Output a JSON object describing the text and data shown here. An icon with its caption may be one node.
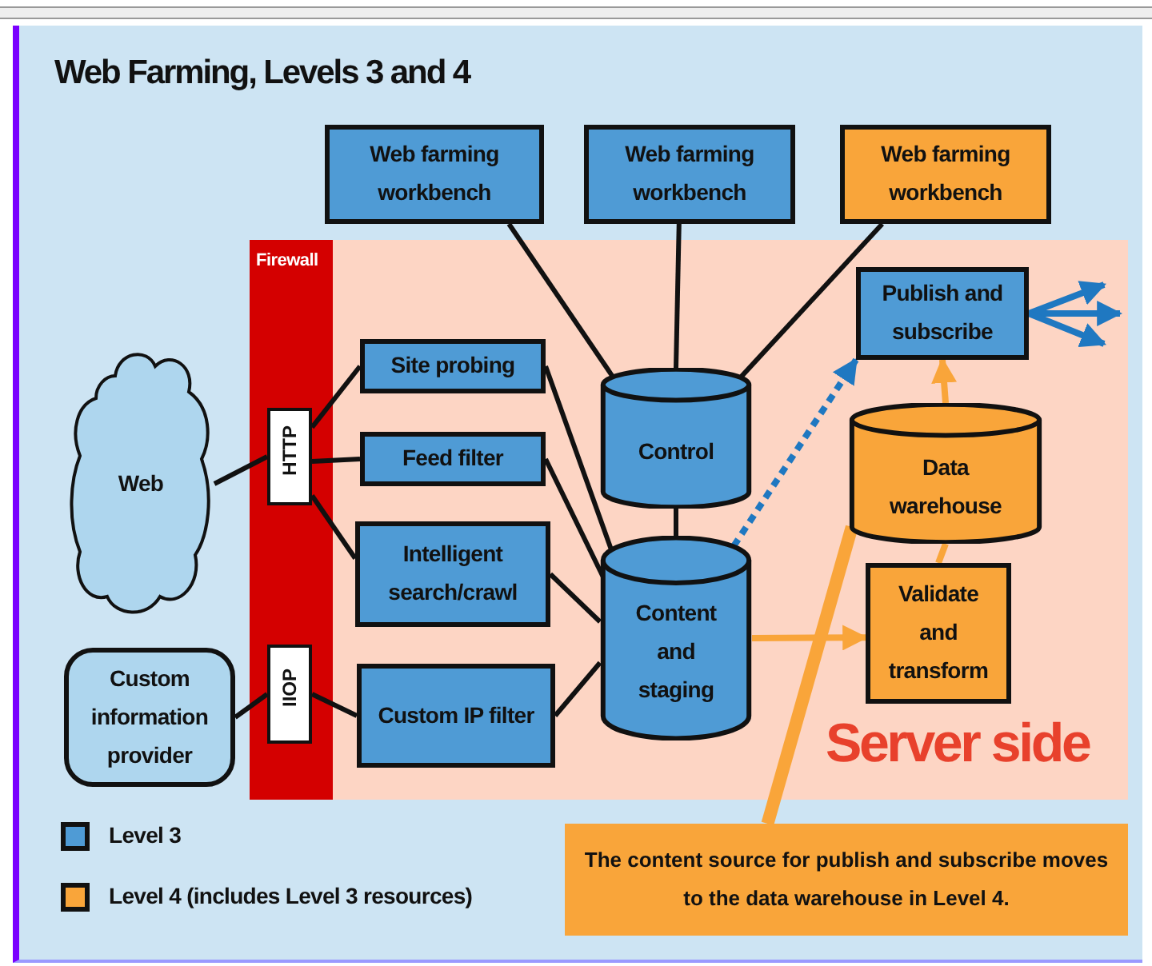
{
  "diagram": {
    "title": "Web Farming, Levels 3 and 4",
    "nodes": [
      {
        "text": [
          "Web farming workbench"
        ]
      },
      {
        "text": [
          "Web farming workbench"
        ]
      },
      {
        "text": [
          "Web farming workbench"
        ]
      },
      {
        "text": [
          "Firewall"
        ]
      },
      {
        "text": [
          "HTTP"
        ],
        "in": 3
      },
      {
        "text": [
          "IIOP"
        ],
        "in": 3
      },
      {
        "text": [
          "Server side"
        ]
      },
      {
        "text": [
          "Web"
        ]
      },
      {
        "text": [
          "Custom information provider"
        ]
      },
      {
        "text": [
          "Site probing"
        ],
        "in": 6
      },
      {
        "text": [
          "Feed filter"
        ],
        "in": 6
      },
      {
        "text": [
          "Intelligent search/crawl"
        ],
        "in": 6
      },
      {
        "text": [
          "Custom IP filter"
        ],
        "in": 6
      },
      {
        "text": [
          "Control"
        ],
        "in": 6
      },
      {
        "text": [
          "Content and staging"
        ],
        "in": 6
      },
      {
        "text": [
          "Publish and subscribe"
        ],
        "in": 6
      },
      {
        "text": [
          "Data warehouse"
        ],
        "in": 6
      },
      {
        "text": [
          "Validate and transform"
        ],
        "in": 6
      },
      {
        "text": [
          "The content source for publish and subscribe moves to the data warehouse in Level 4."
        ]
      }
    ],
    "edges": [
      {
        "from": 0,
        "to": 13,
        "arrow": "none"
      },
      {
        "from": 1,
        "to": 13,
        "arrow": "none"
      },
      {
        "from": 2,
        "to": 13,
        "arrow": "none"
      },
      {
        "from": 13,
        "to": 14,
        "arrow": "none"
      },
      {
        "from": 7,
        "to": 4,
        "arrow": "none"
      },
      {
        "from": 4,
        "to": 9,
        "arrow": "none"
      },
      {
        "from": 4,
        "to": 10,
        "arrow": "none"
      },
      {
        "from": 4,
        "to": 11,
        "arrow": "none"
      },
      {
        "from": 8,
        "to": 5,
        "arrow": "none"
      },
      {
        "from": 5,
        "to": 12,
        "arrow": "none"
      },
      {
        "from": 9,
        "to": 14,
        "arrow": "none"
      },
      {
        "from": 10,
        "to": 14,
        "arrow": "none"
      },
      {
        "from": 11,
        "to": 14,
        "arrow": "none"
      },
      {
        "from": 12,
        "to": 14,
        "arrow": "none"
      },
      {
        "from": 14,
        "to": 15,
        "arrow": "to",
        "style": "dashed",
        "color": "#1f78c1"
      },
      {
        "from": 14,
        "to": 17,
        "arrow": "to",
        "color": "#f9a53a"
      },
      {
        "from": 17,
        "to": 16,
        "arrow": "none",
        "color": "#f9a53a"
      },
      {
        "from": 16,
        "to": 15,
        "arrow": "to",
        "color": "#f9a53a"
      },
      {
        "from": 15,
        "to": null,
        "arrow": "to",
        "color": "#1f78c1"
      },
      {
        "from": 15,
        "to": null,
        "arrow": "to",
        "color": "#1f78c1"
      },
      {
        "from": 15,
        "to": null,
        "arrow": "to",
        "color": "#1f78c1"
      },
      {
        "from": 18,
        "to": 16,
        "arrow": "none",
        "style": "thick",
        "color": "#f9a53a"
      }
    ],
    "legend": [
      {
        "text": "Level 3",
        "color": "#4f9bd5"
      },
      {
        "text": "Level 4 (includes Level 3 resources)",
        "color": "#f9a53a"
      }
    ]
  }
}
